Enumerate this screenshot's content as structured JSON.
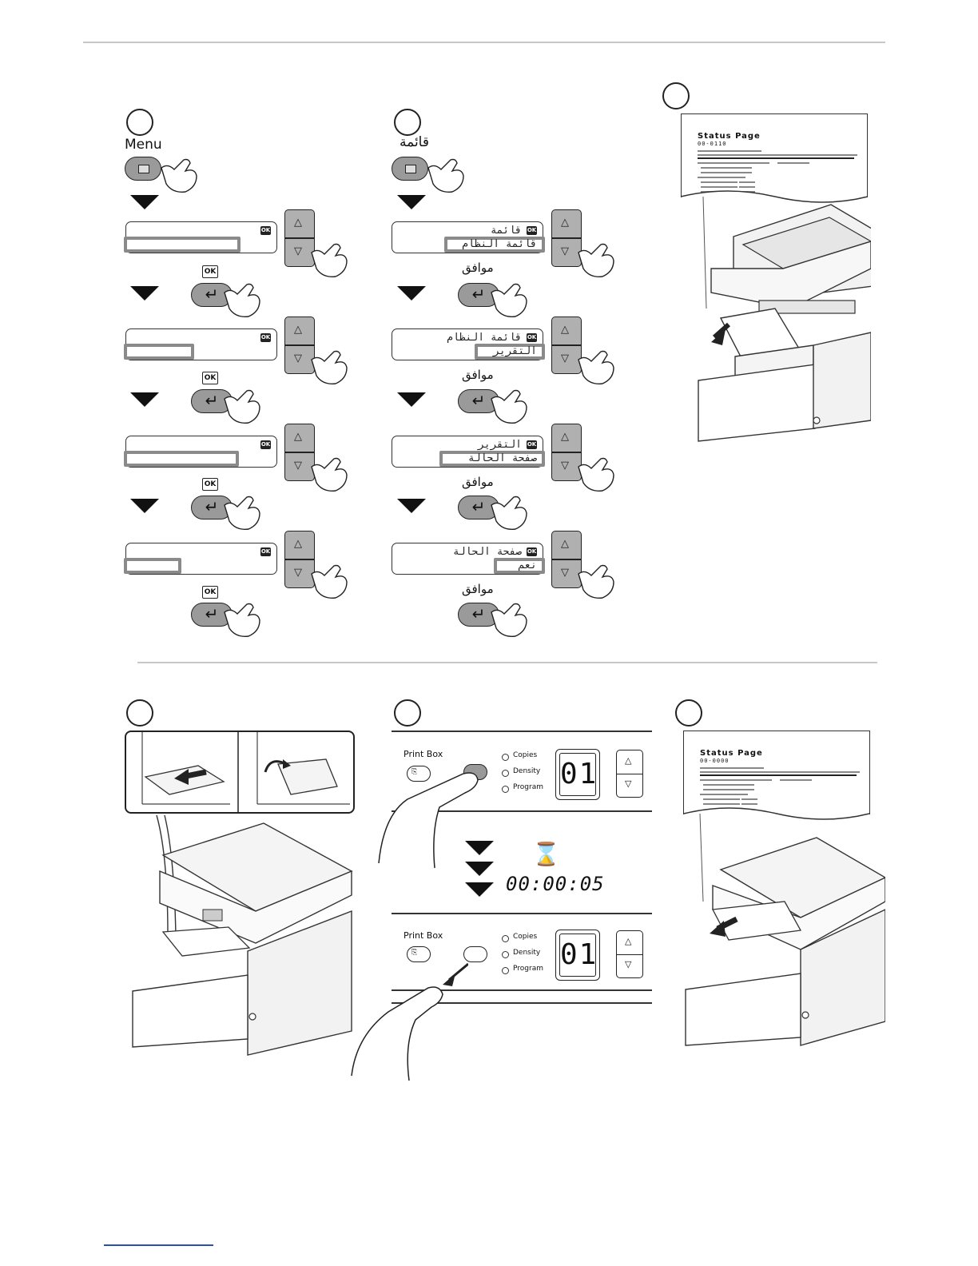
{
  "left_column": {
    "menu_label": "Menu",
    "ok_caption": "OK"
  },
  "middle_column": {
    "menu_label": "قائمة",
    "ok_caption_ar": "موافق",
    "screens": [
      {
        "line1": "قائمة",
        "selection": "قائمة النظام"
      },
      {
        "line1": "قائمة النظام",
        "selection": "التقرير"
      },
      {
        "line1": "التقرير",
        "selection": "صفحة الحالة"
      },
      {
        "line1": "صفحة الحالة",
        "selection": "نعم"
      }
    ]
  },
  "status_doc": {
    "title": "Status Page",
    "subtitle_top": "00-0110",
    "subtitle_bottom": "00-0000"
  },
  "print_box_panel": {
    "label": "Print Box",
    "lamps": [
      "Copies",
      "Density",
      "Program"
    ],
    "display": "01",
    "timer": "00:00:05"
  },
  "lcd_ok_badge": "OK"
}
